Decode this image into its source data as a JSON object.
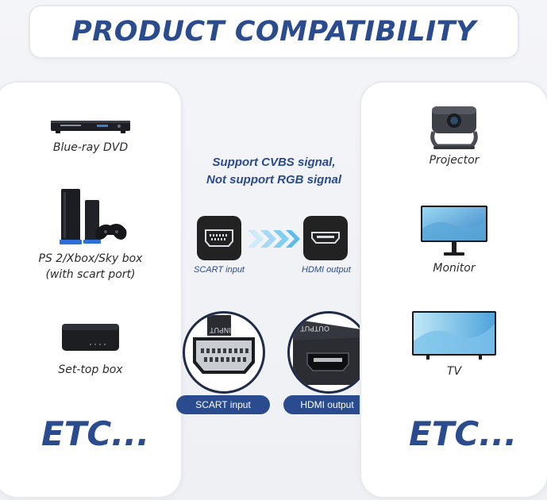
{
  "title": "PRODUCT COMPATIBILITY",
  "left_panel": {
    "items": [
      {
        "label": "Blue-ray DVD",
        "icon": "dvd-player-icon"
      },
      {
        "label_line1": "PS 2/Xbox/Sky box",
        "label_line2": "(with scart port)",
        "icon": "game-console-icon"
      },
      {
        "label": "Set-top box",
        "icon": "set-top-box-icon"
      }
    ],
    "etc": "ETC..."
  },
  "center": {
    "note_line1": "Support CVBS signal,",
    "note_line2": "Not support RGB signal",
    "scart_label": "SCART input",
    "hdmi_label": "HDMI output",
    "scart_pill": "SCART input",
    "hdmi_pill": "HDMI output",
    "scart_plug_text": "INPUT",
    "hdmi_plug_text": "OUTPUT"
  },
  "right_panel": {
    "items": [
      {
        "label": "Projector",
        "icon": "projector-icon"
      },
      {
        "label": "Monitor",
        "icon": "monitor-icon"
      },
      {
        "label": "TV",
        "icon": "tv-icon"
      }
    ],
    "etc": "ETC..."
  },
  "colors": {
    "accent": "#2a4b8d",
    "arrow": "#6fc6ee"
  }
}
